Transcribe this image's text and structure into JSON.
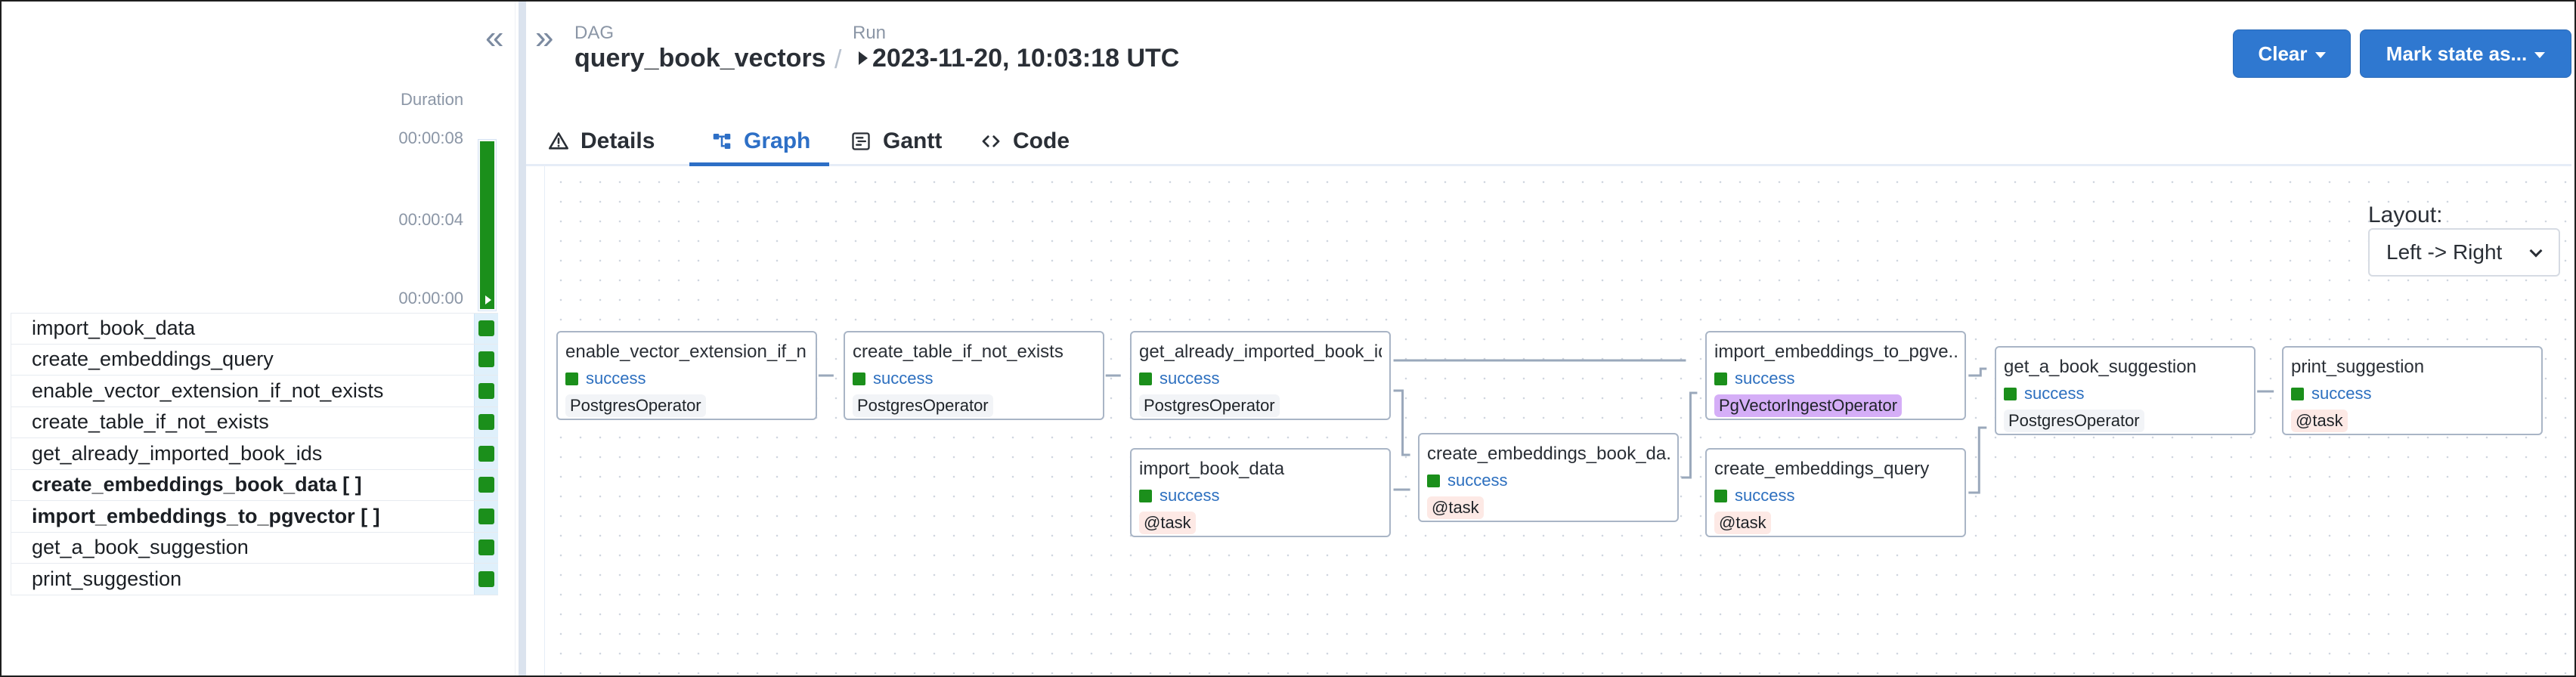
{
  "left_panel": {
    "collapse_icon": "double-chevron-left",
    "duration": {
      "label": "Duration",
      "ticks": [
        "00:00:08",
        "00:00:04",
        "00:00:00"
      ],
      "bar_fill_pct": 100
    },
    "tasks": [
      {
        "name": "import_book_data",
        "bold": false,
        "status": "success"
      },
      {
        "name": "create_embeddings_query",
        "bold": false,
        "status": "success"
      },
      {
        "name": "enable_vector_extension_if_not_exists",
        "bold": false,
        "status": "success"
      },
      {
        "name": "create_table_if_not_exists",
        "bold": false,
        "status": "success"
      },
      {
        "name": "get_already_imported_book_ids",
        "bold": false,
        "status": "success"
      },
      {
        "name": "create_embeddings_book_data [ ]",
        "bold": true,
        "status": "success"
      },
      {
        "name": "import_embeddings_to_pgvector [ ]",
        "bold": true,
        "status": "success"
      },
      {
        "name": "get_a_book_suggestion",
        "bold": false,
        "status": "success"
      },
      {
        "name": "print_suggestion",
        "bold": false,
        "status": "success"
      }
    ]
  },
  "header": {
    "collapse_icon": "double-chevron-right",
    "dag_label": "DAG",
    "dag_value": "query_book_vectors",
    "separator": "/",
    "run_label": "Run",
    "run_value": "2023-11-20, 10:03:18 UTC",
    "buttons": {
      "clear": "Clear",
      "mark_state": "Mark state as..."
    }
  },
  "tabs": [
    {
      "label": "Details",
      "icon": "warning-triangle"
    },
    {
      "label": "Graph",
      "icon": "graph"
    },
    {
      "label": "Gantt",
      "icon": "gantt"
    },
    {
      "label": "Code",
      "icon": "code-brackets"
    }
  ],
  "active_tab": "Graph",
  "graph": {
    "layout_label": "Layout:",
    "layout_value": "Left -> Right",
    "nodes": [
      {
        "id": "enable_vector_extension_if_not_exists",
        "title": "enable_vector_extension_if_n...",
        "status": "success",
        "operator": "PostgresOperator",
        "operator_kind": "default"
      },
      {
        "id": "create_table_if_not_exists",
        "title": "create_table_if_not_exists",
        "status": "success",
        "operator": "PostgresOperator",
        "operator_kind": "default"
      },
      {
        "id": "get_already_imported_book_ids",
        "title": "get_already_imported_book_ids",
        "status": "success",
        "operator": "PostgresOperator",
        "operator_kind": "default"
      },
      {
        "id": "import_book_data",
        "title": "import_book_data",
        "status": "success",
        "operator": "@task",
        "operator_kind": "task"
      },
      {
        "id": "create_embeddings_book_data",
        "title": "create_embeddings_book_da...",
        "status": "success",
        "operator": "@task",
        "operator_kind": "task"
      },
      {
        "id": "import_embeddings_to_pgvector",
        "title": "import_embeddings_to_pgve...",
        "status": "success",
        "operator": "PgVectorIngestOperator",
        "operator_kind": "pgvector"
      },
      {
        "id": "create_embeddings_query",
        "title": "create_embeddings_query",
        "status": "success",
        "operator": "@task",
        "operator_kind": "task"
      },
      {
        "id": "get_a_book_suggestion",
        "title": "get_a_book_suggestion",
        "status": "success",
        "operator": "PostgresOperator",
        "operator_kind": "default"
      },
      {
        "id": "print_suggestion",
        "title": "print_suggestion",
        "status": "success",
        "operator": "@task",
        "operator_kind": "task"
      }
    ]
  },
  "colors": {
    "primary": "#2f78d0",
    "success": "#1b8f1b",
    "pgvector_badge": "#d5aef7"
  }
}
